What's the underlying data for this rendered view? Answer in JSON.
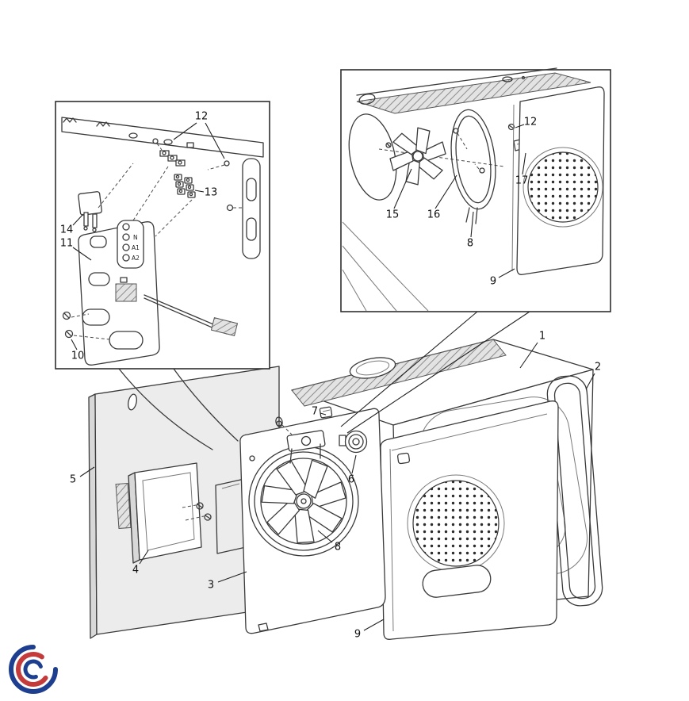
{
  "callouts": [
    {
      "view": "main",
      "text": "1"
    },
    {
      "view": "main",
      "text": "2"
    },
    {
      "view": "main",
      "text": "5"
    },
    {
      "view": "main",
      "text": "7"
    },
    {
      "view": "main",
      "text": "6"
    },
    {
      "view": "main",
      "text": "4"
    },
    {
      "view": "main",
      "text": "8"
    },
    {
      "view": "main",
      "text": "3"
    },
    {
      "view": "main",
      "text": "9"
    },
    {
      "view": "control-inset",
      "text": "12"
    },
    {
      "view": "control-inset",
      "text": "13"
    },
    {
      "view": "control-inset",
      "text": "14"
    },
    {
      "view": "control-inset",
      "text": "11"
    },
    {
      "view": "control-inset",
      "text": "10"
    },
    {
      "view": "fan-inset",
      "text": "12"
    },
    {
      "view": "fan-inset",
      "text": "17"
    },
    {
      "view": "fan-inset",
      "text": "15"
    },
    {
      "view": "fan-inset",
      "text": "16"
    },
    {
      "view": "fan-inset",
      "text": "8"
    },
    {
      "view": "fan-inset",
      "text": "9"
    }
  ],
  "terminal_block": {
    "line1": "N",
    "line2": "A1",
    "line3": "A2"
  },
  "colors": {
    "line": "#3a3a3a",
    "logo_blue": "#1e3f8f",
    "logo_red": "#c43b3b"
  }
}
